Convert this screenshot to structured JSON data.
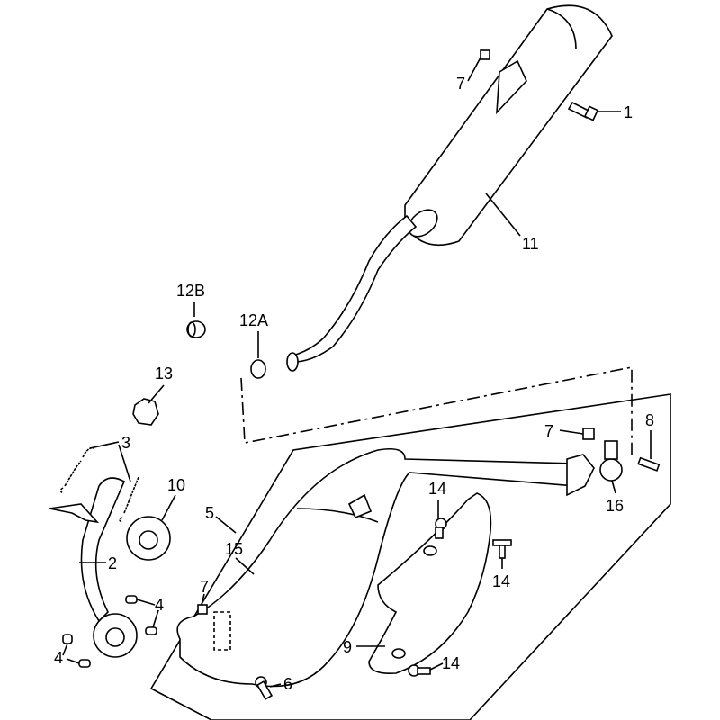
{
  "diagram": {
    "title": "Exhaust system exploded parts diagram",
    "callouts": [
      {
        "id": "c1",
        "text": "1"
      },
      {
        "id": "c7a",
        "text": "7"
      },
      {
        "id": "c11",
        "text": "11"
      },
      {
        "id": "c12b",
        "text": "12B"
      },
      {
        "id": "c12a",
        "text": "12A"
      },
      {
        "id": "c13",
        "text": "13"
      },
      {
        "id": "c3",
        "text": "3"
      },
      {
        "id": "c10",
        "text": "10"
      },
      {
        "id": "c5",
        "text": "5"
      },
      {
        "id": "c2",
        "text": "2"
      },
      {
        "id": "c15",
        "text": "15"
      },
      {
        "id": "c7b",
        "text": "7"
      },
      {
        "id": "c4a",
        "text": "4"
      },
      {
        "id": "c4b",
        "text": "4"
      },
      {
        "id": "c6",
        "text": "6"
      },
      {
        "id": "c9",
        "text": "9"
      },
      {
        "id": "c14a",
        "text": "14"
      },
      {
        "id": "c14b",
        "text": "14"
      },
      {
        "id": "c14c",
        "text": "14"
      },
      {
        "id": "c7c",
        "text": "7"
      },
      {
        "id": "c8",
        "text": "8"
      },
      {
        "id": "c16",
        "text": "16"
      }
    ]
  }
}
